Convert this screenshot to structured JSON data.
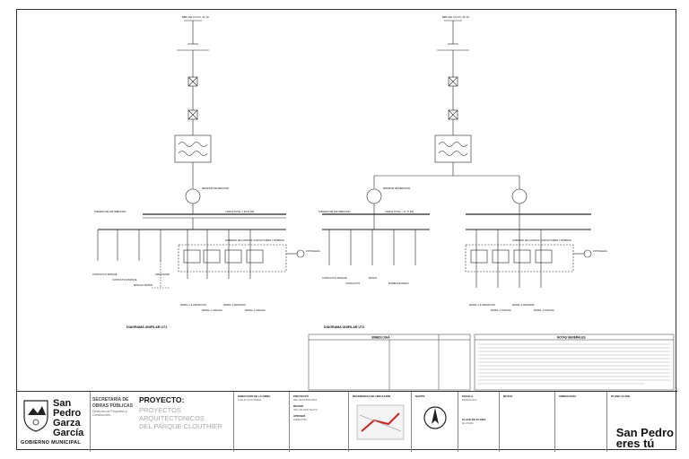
{
  "diagram1": {
    "title": "DIAGRAMA UNIFILAR UT1",
    "source_label": "BEB CFE 13.2 KV, 3F, 4H",
    "meter_label": "MEDIDOR DE MEDICION",
    "board_label": "TABLERO DE DISTRIBUCION",
    "load_label": "CARGA TOTAL = 38.44 KW",
    "control_label": "GABINETE DE CONTROL CONTACTORES Y BOBINAS",
    "photocell_label": "FOTOCELDA",
    "loads": [
      "CONTACTOS PARQUE",
      "CONTACTOS PARQUE",
      "MODULO BAÑOS",
      "ARRA-MUER"
    ],
    "circuits": [
      "RAMAL 1 ILUMINACION",
      "RAMAL 2 CANCHA",
      "RAMAL 3 ANDADOR",
      "RAMAL 4 CANCHA"
    ]
  },
  "diagram2": {
    "title": "DIAGRAMA UNIFILAR UT2",
    "source_label": "BEB CFE 13.2 KV, 3F, 4H",
    "meter_label": "MEDIDOR DE MEDICION",
    "board_label": "TABLERO DE DISTRIBUCION",
    "load_label": "CARGA TOTAL = 17.77 KW",
    "control_label": "GABINETE DE CONTROL CONTACTORES Y BOBINAS",
    "photocell_label": "FOTOCELDA",
    "loads": [
      "CONTACTOS PARQUE",
      "CONTACTOS",
      "BAÑOS",
      "BOMBA DE RIEGO"
    ],
    "circuits": [
      "RAMAL 1 ILUMINACION",
      "RAMAL 2 CANCHA",
      "RAMAL 3 ANDADOR",
      "RAMAL 4 CANCHA"
    ]
  },
  "symbols_header": "SIMBOLOGIA",
  "notes_header": "NOTAS GENERALES",
  "title_block": {
    "logo_line1": "San",
    "logo_line2": "Pedro",
    "logo_line3": "Garza",
    "logo_line4": "García",
    "gov": "GOBIERNO MUNICIPAL",
    "secretaria": "SECRETARÍA DE OBRAS PÚBLICAS",
    "secretaria_sub": "Dirección de Proyectos y Construcción",
    "project_label": "PROYECTO:",
    "project_name_1": "PROYECTOS ARQUITECTONICOS",
    "project_name_2": "DEL PARQUE CLOUTHIER",
    "slogan_1": "San Pedro",
    "slogan_2": "eres tú",
    "fields": [
      {
        "label": "DIRECCION DE LA OBRA",
        "value": "CALLE CLOUTHIER"
      },
      {
        "label": "PROYECTÓ",
        "value": "ING. ELECTRICISTA"
      },
      {
        "label": "REVISÓ",
        "value": "ING. DE PROYECTO"
      },
      {
        "label": "APROBÓ",
        "value": "DIRECTOR"
      },
      {
        "label": "REFERENCIA DE UBICACIÓN",
        "value": ""
      },
      {
        "label": "NORTE",
        "value": ""
      },
      {
        "label": "ESCALA",
        "value": "SIN ESCALA"
      },
      {
        "label": "CLAVE DE PLANO",
        "value": "IE-UT-001"
      },
      {
        "label": "NOTAS",
        "value": ""
      },
      {
        "label": "SIMBOLOGÍA",
        "value": ""
      },
      {
        "label": "PLANO CLAVE",
        "value": ""
      }
    ]
  },
  "colors": {
    "line": "#222222",
    "accent": "#cc2222",
    "muted": "#888888"
  }
}
